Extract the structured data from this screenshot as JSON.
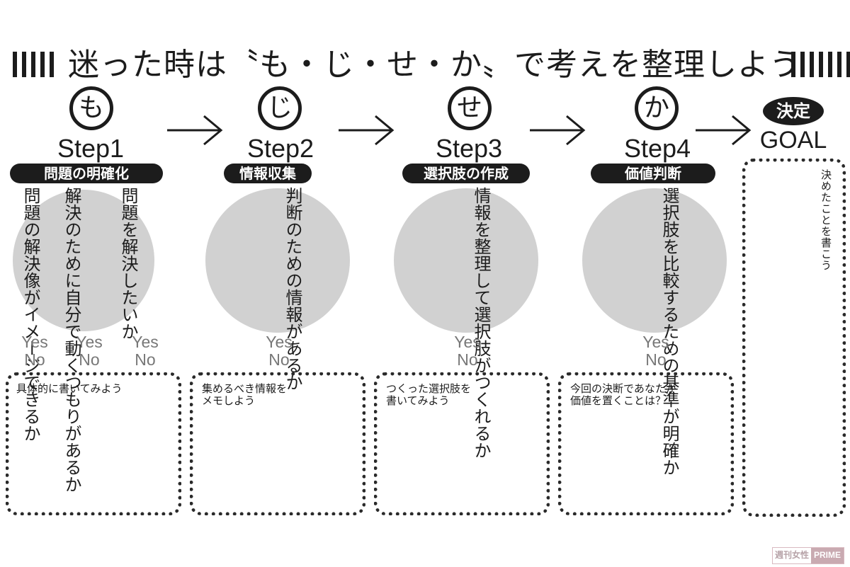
{
  "title": "迷った時は〝も・じ・せ・か〟で考えを整理しよう",
  "steps": [
    {
      "kana": "も",
      "label": "Step1",
      "heading": "問題の明確化",
      "questions": [
        "問題を解決したいか",
        "解決のために自分で動くつもりがあるか",
        "問題の解決像がイメージできるか"
      ],
      "answers": [
        {
          "yes": "Yes",
          "no": "No"
        },
        {
          "yes": "Yes",
          "no": "No"
        },
        {
          "yes": "Yes",
          "no": "No"
        }
      ],
      "memo": "具体的に書いてみよう"
    },
    {
      "kana": "じ",
      "label": "Step2",
      "heading": "情報収集",
      "questions": [
        "判断のための情報があるか"
      ],
      "answers": [
        {
          "yes": "Yes",
          "no": "No"
        }
      ],
      "memo": "集めるべき情報を\nメモしよう"
    },
    {
      "kana": "せ",
      "label": "Step3",
      "heading": "選択肢の作成",
      "questions": [
        "情報を整理して選択肢がつくれるか"
      ],
      "answers": [
        {
          "yes": "Yes",
          "no": "No"
        }
      ],
      "memo": "つくった選択肢を\n書いてみよう"
    },
    {
      "kana": "か",
      "label": "Step4",
      "heading": "価値判断",
      "questions": [
        "選択肢を比較するための基準が明確か"
      ],
      "answers": [
        {
          "yes": "Yes",
          "no": "No"
        }
      ],
      "memo": "今回の決断であなたが\n価値を置くことは？"
    }
  ],
  "goal": {
    "badge": "決定",
    "label": "GOAL",
    "memo": "決めたことを書こう"
  },
  "watermark": {
    "part1": "週刊女性",
    "part2": "PRIME"
  },
  "colors": {
    "ink": "#1c1c1c",
    "disc": "#d1d1d1",
    "yesno": "#777777",
    "watermark": "#c9aab1"
  }
}
